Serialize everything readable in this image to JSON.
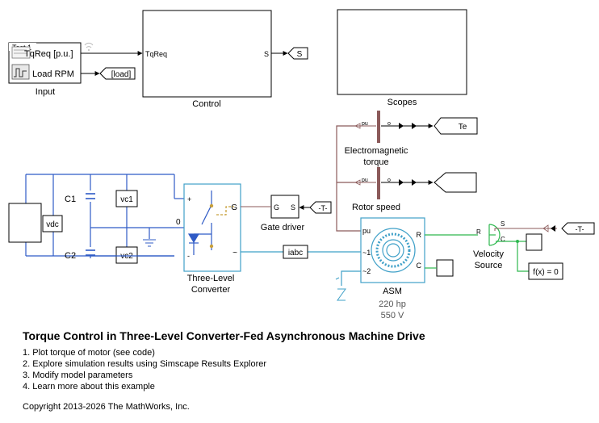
{
  "colors": {
    "electrical": "#2f5bc6",
    "mechanical": "#3fa0c8",
    "physical_signal": "#8b5a5a",
    "rotational": "#2db84e",
    "block_border": "#000000"
  },
  "blocks": {
    "input": {
      "label": "Input",
      "test_badge": "Test 1",
      "port_tqreq": "TqReq [p.u.]",
      "port_load_rpm": "Load RPM",
      "goto_load": "[load]"
    },
    "control": {
      "label": "Control",
      "port_in": "TqReq",
      "port_out": "S",
      "goto_s": "S"
    },
    "scopes": {
      "label": "Scopes"
    },
    "electromagnetic_torque": {
      "label_line1": "Electromagnetic",
      "label_line2": "torque",
      "port_in": "pu",
      "port_out": "o",
      "goto_te": "Te"
    },
    "rotor_speed": {
      "label": "Rotor speed",
      "port_in": "pu",
      "port_out": "o"
    },
    "dc_link": {
      "vdc": "vdc",
      "c1": "C1",
      "c2": "C2",
      "vc1": "vc1",
      "vc2": "vc2"
    },
    "converter": {
      "label_line1": "Three-Level",
      "label_line2": "Converter",
      "port_plus": "+",
      "port_zero": "0",
      "port_minus": "-",
      "port_g": "G",
      "port_ac": "~"
    },
    "gate_driver": {
      "label": "Gate driver",
      "port_g": "G",
      "port_s": "S",
      "from_t": "-T-"
    },
    "iabc": {
      "label": "iabc"
    },
    "asm": {
      "label": "ASM",
      "power": "220 hp",
      "voltage": "550 V",
      "port_pu": "pu",
      "port_1": "~1",
      "port_2": "~2",
      "port_r": "R",
      "port_c": "C"
    },
    "velocity_source": {
      "label_line1": "Velocity",
      "label_line2": "Source",
      "port_s": "S",
      "port_r": "R",
      "port_c": "C",
      "from_t": "-T-"
    },
    "solver": {
      "label": "f(x) = 0"
    }
  },
  "description": {
    "title": "Torque Control in Three-Level Converter-Fed Asynchronous Machine Drive",
    "steps": [
      "1. Plot torque of motor (see code)",
      "2. Explore simulation results using Simscape Results Explorer",
      "3. Modify model parameters",
      "4. Learn more about this example"
    ],
    "copyright": "Copyright 2013-2026 The MathWorks, Inc."
  }
}
